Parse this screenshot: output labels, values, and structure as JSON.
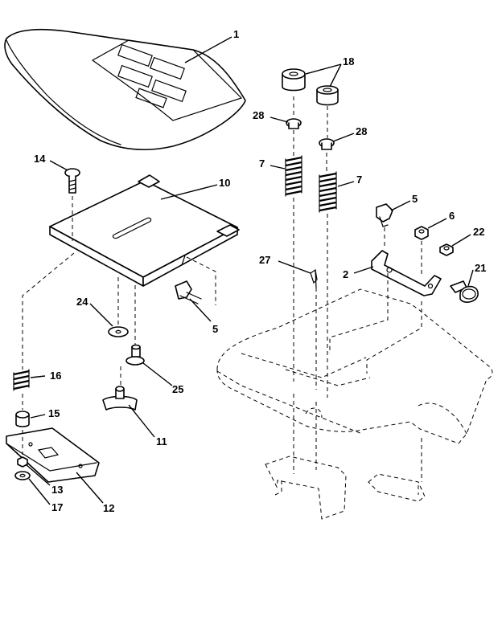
{
  "diagram": {
    "callouts": {
      "c1": "1",
      "c18": "18",
      "c28a": "28",
      "c28b": "28",
      "c7a": "7",
      "c7b": "7",
      "c14": "14",
      "c10": "10",
      "c5a": "5",
      "c6": "6",
      "c22": "22",
      "c27": "27",
      "c2": "2",
      "c21": "21",
      "c5b": "5",
      "c24": "24",
      "c16": "16",
      "c25": "25",
      "c15": "15",
      "c11": "11",
      "c13": "13",
      "c12": "12",
      "c17": "17"
    }
  }
}
